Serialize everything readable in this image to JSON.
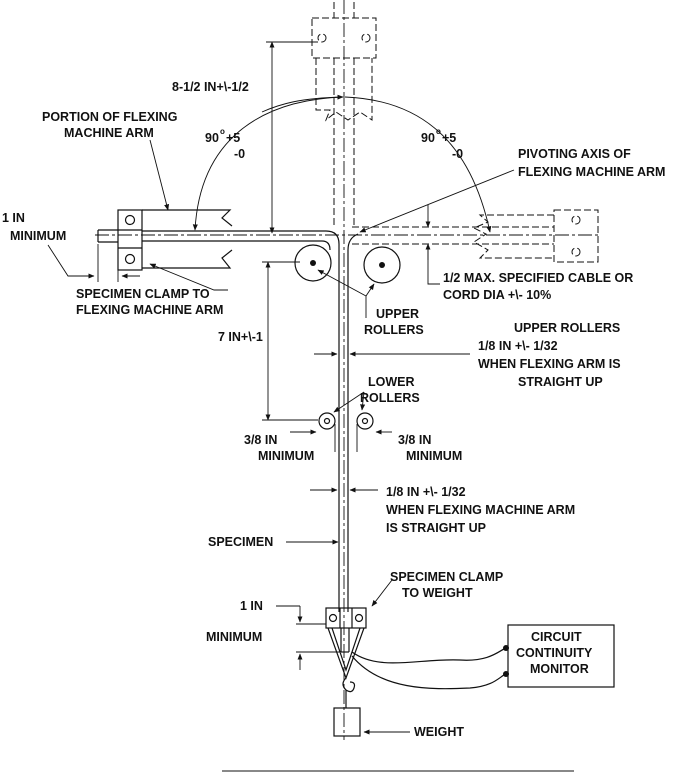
{
  "labels": {
    "arm_length": "8-1/2 IN+\\-1/2",
    "portion_arm_1": "PORTION OF FLEXING",
    "portion_arm_2": "MACHINE ARM",
    "angle_left_main": "90",
    "angle_left_deg": "o",
    "angle_left_tol_plus": "+5",
    "angle_left_tol_minus": "-0",
    "angle_right_main": "90",
    "angle_right_deg": "o",
    "angle_right_tol_plus": "+5",
    "angle_right_tol_minus": "-0",
    "pivot_1": "PIVOTING AXIS OF",
    "pivot_2": "FLEXING MACHINE ARM",
    "min_1in_a": "1 IN",
    "min_1in_b": "MINIMUM",
    "clamp_arm_1": "SPECIMEN CLAMP TO",
    "clamp_arm_2": "FLEXING MACHINE ARM",
    "half_max_1": "1/2 MAX. SPECIFIED CABLE OR",
    "half_max_2": "CORD DIA +\\- 10%",
    "upper_rollers_1": "UPPER",
    "upper_rollers_2": "ROLLERS",
    "seven_in": "7 IN+\\-1",
    "upper_gap_1": "UPPER ROLLERS",
    "upper_gap_2": "1/8 IN +\\- 1/32",
    "upper_gap_3": "WHEN FLEXING ARM IS",
    "upper_gap_4": "STRAIGHT UP",
    "lower_rollers_1": "LOWER",
    "lower_rollers_2": "ROLLERS",
    "three_eighth_left_1": "3/8 IN",
    "three_eighth_left_2": "MINIMUM",
    "three_eighth_right_1": "3/8 IN",
    "three_eighth_right_2": "MINIMUM",
    "lower_gap_1": "1/8 IN +\\- 1/32",
    "lower_gap_2": "WHEN FLEXING MACHINE ARM",
    "lower_gap_3": "IS STRAIGHT UP",
    "specimen": "SPECIMEN",
    "clamp_weight_1": "SPECIMEN CLAMP",
    "clamp_weight_2": "TO WEIGHT",
    "bottom_1in": "1 IN",
    "bottom_min": "MINIMUM",
    "circuit_1": "CIRCUIT",
    "circuit_2": "CONTINUITY",
    "circuit_3": "MONITOR",
    "weight": "WEIGHT"
  }
}
